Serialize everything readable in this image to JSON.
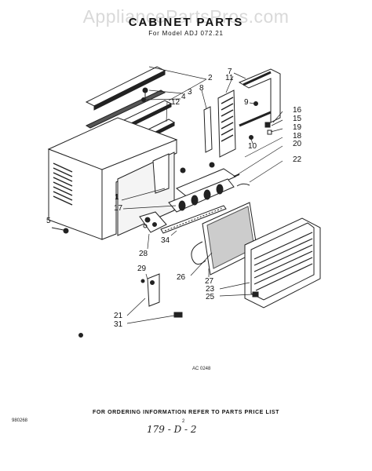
{
  "watermark": "AppliancePartsPros.com",
  "title": "CABINET PARTS",
  "subtitle": "For Model ADJ 072.21",
  "callouts": [
    "1",
    "2",
    "3",
    "4",
    "5",
    "7",
    "8",
    "9",
    "10",
    "11",
    "12",
    "15",
    "16",
    "17",
    "18",
    "19",
    "20",
    "21",
    "22",
    "23",
    "25",
    "26",
    "27",
    "28",
    "29",
    "31",
    "34"
  ],
  "drawing_code": "AC 0248",
  "footer_note": "FOR ORDERING INFORMATION REFER TO PARTS PRICE LIST",
  "page_number": "2",
  "document_code": "980268",
  "handwritten_note": "179 - D - 2"
}
